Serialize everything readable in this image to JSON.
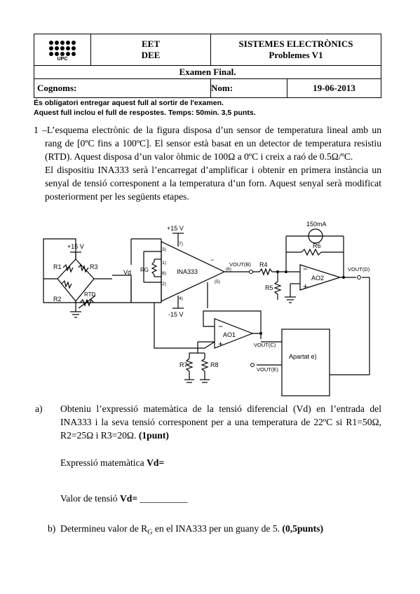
{
  "header": {
    "logo_text": "UPC",
    "dept1": "EET",
    "dept2": "DEE",
    "subject": "SISTEMES ELECTRÒNICS",
    "subtitle": "Problemes V1",
    "exam": "Examen Final.",
    "surname_label": "Cognoms:",
    "name_label": "Nom:",
    "date": "19-06-2013"
  },
  "notes": {
    "line1": "És obligatori entregar aquest full al sortir de l'examen.",
    "line2": "Aquest full inclou el full de respostes. Temps: 50min. 3,5 punts."
  },
  "problem": {
    "p1": "1 –L’esquema electrònic de la figura disposa d’un sensor de temperatura lineal amb un rang de [0ºC fins a 100ºC]. El sensor està basat en un detector de temperatura resistiu (RTD). Aquest disposa d’un valor òhmic de 100Ω a 0ºC i creix a raó de 0.5Ω/ºC.",
    "p2": "El dispositiu INA333 serà l’encarregat d’amplificar i obtenir en primera instància un senyal de tensió corresponent a la temperatura d’un forn. Aquest senyal serà modificat posteriorment per les següents etapes."
  },
  "circuit": {
    "vplus_top": "+15 V",
    "vplus_bridge": "+15 V",
    "vminus": "-15 V",
    "r1": "R1",
    "r2": "R2",
    "r3": "R3",
    "rtd": "RTD",
    "vd": "Vd",
    "rg": "RG",
    "ina": "INA333",
    "pin7": "(7)",
    "pin3": "(3)",
    "pin1": "(1)",
    "pin8": "(8)",
    "pin2": "(2)",
    "pin4": "(4)",
    "pin5": "(5)",
    "pin6": "(6)",
    "vout_b": "VOUT(B)",
    "r4": "R4",
    "r5": "R5",
    "r6": "R6",
    "ammeter": "150mA",
    "ao2": "AO2",
    "vout_d": "VOUT(D)",
    "ao1": "AO1",
    "vout_c": "VOUT(C)",
    "r7": "R7",
    "r8": "R8",
    "apartat": "Apartat e)",
    "vout_e": "VOUT(E)"
  },
  "questions": {
    "a_label": "a)",
    "a_text": "Obteniu l’expressió matemàtica de la tensió diferencial (Vd) en l’entrada del INA333 i la seva tensió corresponent per a una temperatura de 22ºC si R1=50Ω, R2=25Ω i R3=20Ω.",
    "a_points": "(1punt)",
    "expr_label": "Expressió matemàtica ",
    "expr_var": "Vd=",
    "val_label": "Valor de tensió ",
    "val_var": "Vd=",
    "val_blank": " __________",
    "b_label": "b)",
    "b_text_pre": "Determineu valor de R",
    "b_sub": "G",
    "b_text_post": " en el INA333 per un guany de 5. ",
    "b_points": "(0,5punts)"
  }
}
